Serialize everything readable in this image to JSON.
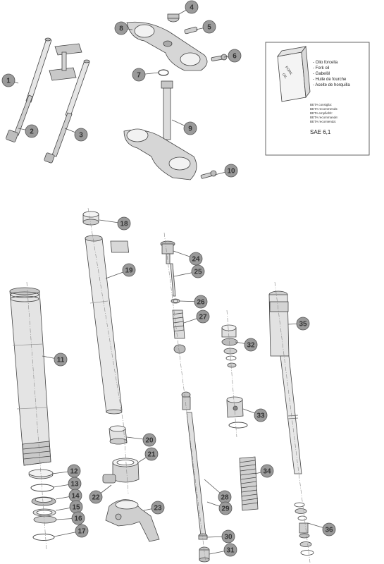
{
  "diagram": {
    "callout_fill": "#9a9a9a",
    "callout_stroke": "#555555",
    "part_fill": "#d8d8d8",
    "part_stroke": "#444444",
    "parts": [
      {
        "n": "1"
      },
      {
        "n": "2"
      },
      {
        "n": "3"
      },
      {
        "n": "4"
      },
      {
        "n": "5"
      },
      {
        "n": "6"
      },
      {
        "n": "7"
      },
      {
        "n": "8"
      },
      {
        "n": "9"
      },
      {
        "n": "10"
      },
      {
        "n": "11"
      },
      {
        "n": "12"
      },
      {
        "n": "13"
      },
      {
        "n": "14"
      },
      {
        "n": "15"
      },
      {
        "n": "16"
      },
      {
        "n": "17"
      },
      {
        "n": "18"
      },
      {
        "n": "19"
      },
      {
        "n": "20"
      },
      {
        "n": "21"
      },
      {
        "n": "22"
      },
      {
        "n": "23"
      },
      {
        "n": "24"
      },
      {
        "n": "25"
      },
      {
        "n": "26"
      },
      {
        "n": "27"
      },
      {
        "n": "28"
      },
      {
        "n": "29"
      },
      {
        "n": "30"
      },
      {
        "n": "31"
      },
      {
        "n": "32"
      },
      {
        "n": "33"
      },
      {
        "n": "34"
      },
      {
        "n": "35"
      },
      {
        "n": "36"
      }
    ]
  },
  "oil_note": {
    "can_label_1": "FORK",
    "can_label_2": "OIL",
    "languages": [
      "- Olio forcella",
      "- Fork oil",
      "- Gabelöl",
      "- Huile de fourche",
      "- Aceite de horquilla"
    ],
    "recommendations": [
      "BETA consiglia:",
      "BETA recommends:",
      "BETA empfiehlt:",
      "BETA recommande:",
      "BETA recomienda:"
    ],
    "grade": "SAE 6,1"
  }
}
